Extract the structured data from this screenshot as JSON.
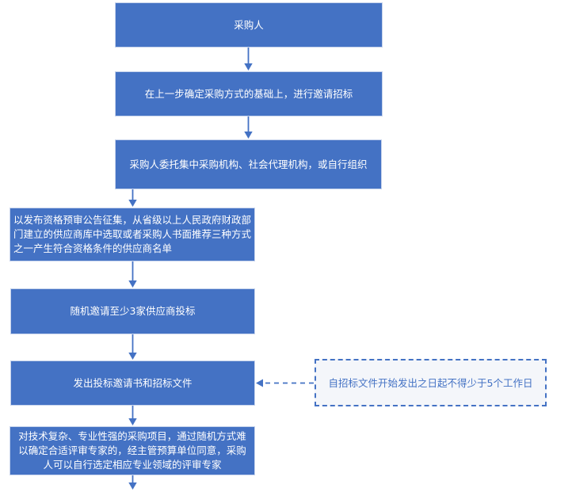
{
  "diagram": {
    "type": "flowchart",
    "accent_color": "#4472C4",
    "background_color": "#ffffff",
    "node_text_color": "#ffffff",
    "nodes": [
      {
        "id": "purchaser",
        "text": "采购人"
      },
      {
        "id": "invitation-bidding-basis",
        "text": "在上一步确定采购方式的基础上，进行邀请招标"
      },
      {
        "id": "entrust-agency",
        "text": "采购人委托集中采购机构、社会代理机构，或自行组织"
      },
      {
        "id": "supplier-shortlist-methods",
        "text": "以发布资格预审公告征集，从省级以上人民政府财政部门建立的供应商库中选取或者采购人书面推荐三种方式之一产生符合资格条件的供应商名单"
      },
      {
        "id": "random-invite-suppliers",
        "text": "随机邀请至少3家供应商投标"
      },
      {
        "id": "issue-invitation-and-documents",
        "text": "发出投标邀请书和招标文件"
      },
      {
        "id": "self-select-experts",
        "text": "对技术复杂、专业性强的采购项目，通过随机方式难以确定合适评审专家的，经主管预算单位同意，采购人可以自行选定相应专业领域的评审专家"
      }
    ],
    "annotation": {
      "text": "自招标文件开始发出之日起不得少于5个工作日",
      "text_color": "#4472C4",
      "border_style": "dashed",
      "background_color": "#f4f6fa",
      "attached_to": "issue-invitation-and-documents"
    }
  }
}
